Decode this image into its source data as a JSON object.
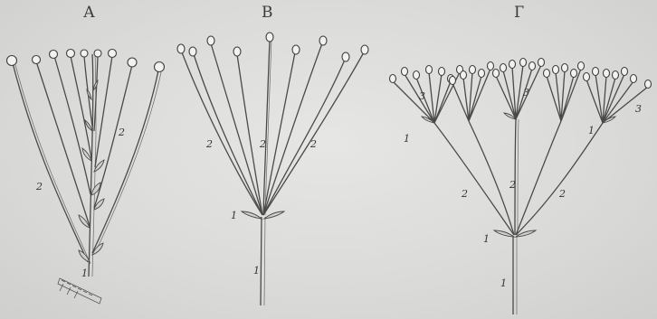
{
  "panels": [
    {
      "letter": "А",
      "labels": {
        "main": "2",
        "left": "2",
        "base": "1"
      }
    },
    {
      "letter": "В",
      "labels": {
        "left": "2",
        "center": "2",
        "right": "2",
        "node": "1",
        "base": "1"
      }
    },
    {
      "letter": "Г",
      "labels": {
        "r1": "2",
        "r2": "2",
        "r3": "2",
        "node": "1",
        "base": "1",
        "sn1": "1",
        "sn2": "1",
        "u1": "3",
        "u2": "3",
        "u3": "3"
      }
    }
  ]
}
